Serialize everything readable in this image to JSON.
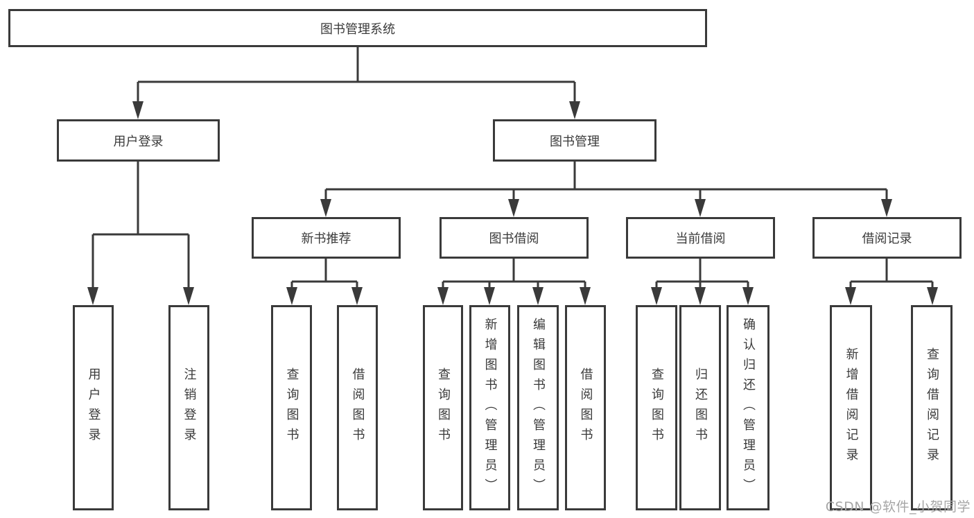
{
  "diagram_title": "图书管理系统",
  "tree": {
    "root": {
      "label": "图书管理系统"
    },
    "l2": [
      {
        "label": "用户登录"
      },
      {
        "label": "图书管理"
      }
    ],
    "l3": [
      {
        "label": "新书推荐",
        "parent": "图书管理"
      },
      {
        "label": "图书借阅",
        "parent": "图书管理"
      },
      {
        "label": "当前借阅",
        "parent": "图书管理"
      },
      {
        "label": "借阅记录",
        "parent": "图书管理"
      }
    ],
    "leaves": [
      {
        "label": "用户登录",
        "parent": "用户登录"
      },
      {
        "label": "注销登录",
        "parent": "用户登录"
      },
      {
        "label": "查询图书",
        "parent": "新书推荐"
      },
      {
        "label": "借阅图书",
        "parent": "新书推荐"
      },
      {
        "label": "查询图书",
        "parent": "图书借阅"
      },
      {
        "label": "新增图书（管理员）",
        "parent": "图书借阅"
      },
      {
        "label": "编辑图书（管理员）",
        "parent": "图书借阅"
      },
      {
        "label": "借阅图书",
        "parent": "图书借阅"
      },
      {
        "label": "查询图书",
        "parent": "当前借阅"
      },
      {
        "label": "归还图书",
        "parent": "当前借阅"
      },
      {
        "label": "确认归还（管理员）",
        "parent": "当前借阅"
      },
      {
        "label": "新增借阅记录",
        "parent": "借阅记录"
      },
      {
        "label": "查询借阅记录",
        "parent": "借阅记录"
      }
    ]
  },
  "watermark": {
    "text": "CSDN @软件_小贺同学"
  },
  "colors": {
    "line": "#3a3a3a",
    "box_border": "#3a3a3a",
    "text": "#3a3a3a",
    "watermark": "#a6a6a6",
    "background": "#ffffff"
  }
}
